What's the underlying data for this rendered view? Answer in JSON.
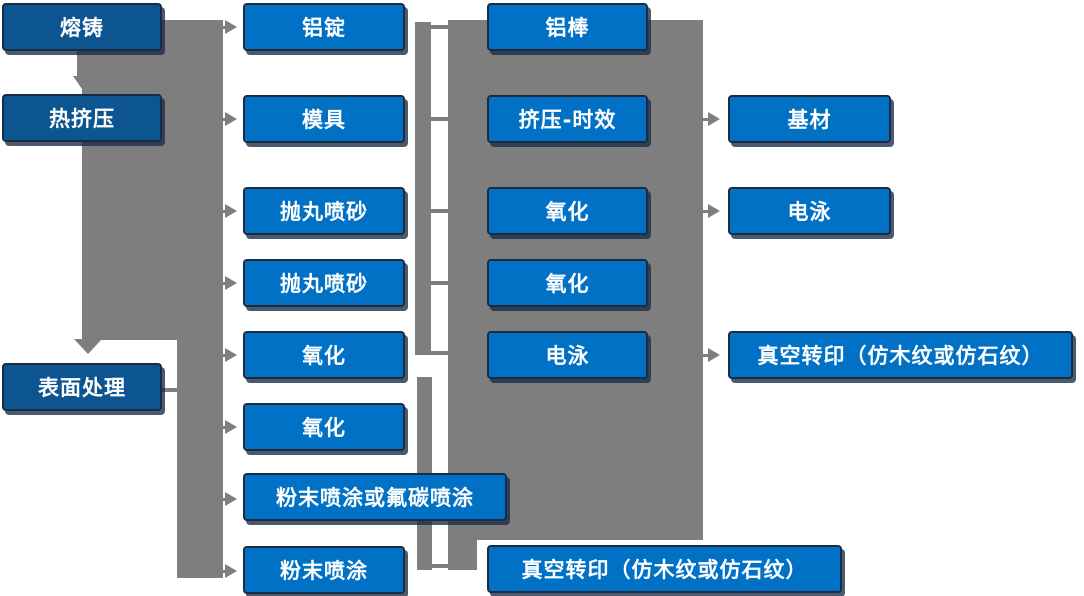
{
  "diagram_type": "flowchart",
  "colors": {
    "node_blue": "#0171C6",
    "node_dark_blue": "#0D5590",
    "connector_gray": "#7E7E7E",
    "node_border": "#1A2C44",
    "text": "#FFFFFF"
  },
  "nodes": {
    "col1": [
      {
        "label": "熔铸"
      },
      {
        "label": "热挤压"
      },
      {
        "label": "表面处理"
      }
    ],
    "col2": [
      {
        "label": "铝锭"
      },
      {
        "label": "模具"
      },
      {
        "label": "抛丸喷砂"
      },
      {
        "label": "抛丸喷砂"
      },
      {
        "label": "氧化"
      },
      {
        "label": "氧化"
      },
      {
        "label": "粉末喷涂或氟碳喷涂"
      },
      {
        "label": "粉末喷涂"
      }
    ],
    "col3": [
      {
        "label": "铝棒"
      },
      {
        "label": "挤压-时效"
      },
      {
        "label": "氧化"
      },
      {
        "label": "氧化"
      },
      {
        "label": "电泳"
      },
      {
        "label": "真空转印（仿木纹或仿石纹）"
      }
    ],
    "col4": [
      {
        "label": "基材"
      },
      {
        "label": "电泳"
      },
      {
        "label": "真空转印（仿木纹或仿石纹）"
      }
    ]
  }
}
